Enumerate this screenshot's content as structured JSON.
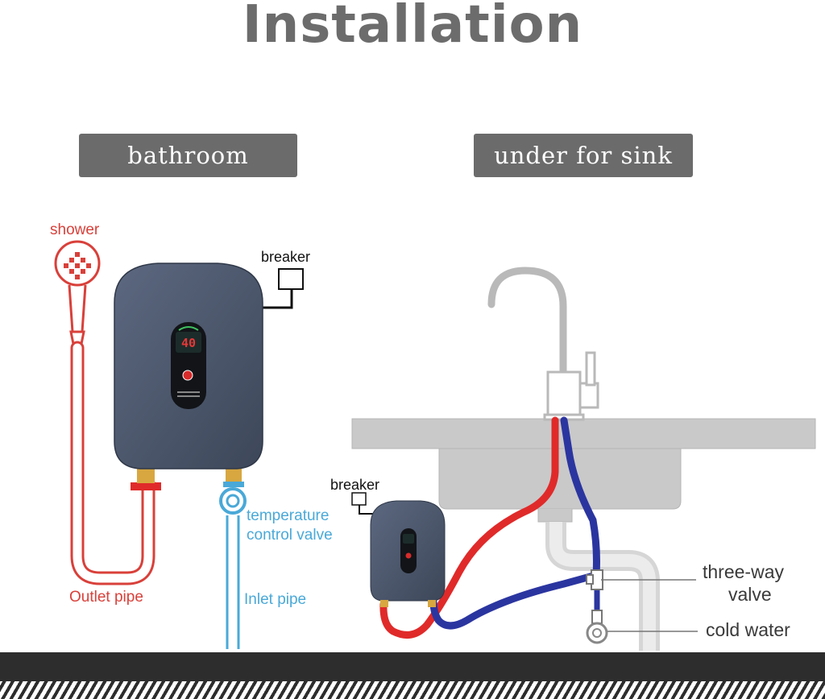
{
  "title": "Installation",
  "sections": {
    "bathroom": {
      "tag": "bathroom"
    },
    "sink": {
      "tag": "under for sink"
    }
  },
  "labels": {
    "shower": "shower",
    "breaker_left": "breaker",
    "outlet_pipe": "Outlet pipe",
    "temp_valve_line1": "temperature",
    "temp_valve_line2": "control valve",
    "inlet_pipe": "Inlet pipe",
    "breaker_right": "breaker",
    "three_way_line1": "three-way",
    "three_way_line2": "valve",
    "cold_water": "cold water"
  },
  "heater_display": "40",
  "colors": {
    "heater_body": "#48546a",
    "hot_pipe": "#e02a2a",
    "cold_pipe": "#2b35a0",
    "outline_red": "#d9403a",
    "outline_blue": "#49a9d8",
    "sink_gray": "#c9c9c9",
    "tag_bg": "#6b6b6b",
    "title": "#6c6c6c",
    "floor": "#2d2d2d"
  }
}
